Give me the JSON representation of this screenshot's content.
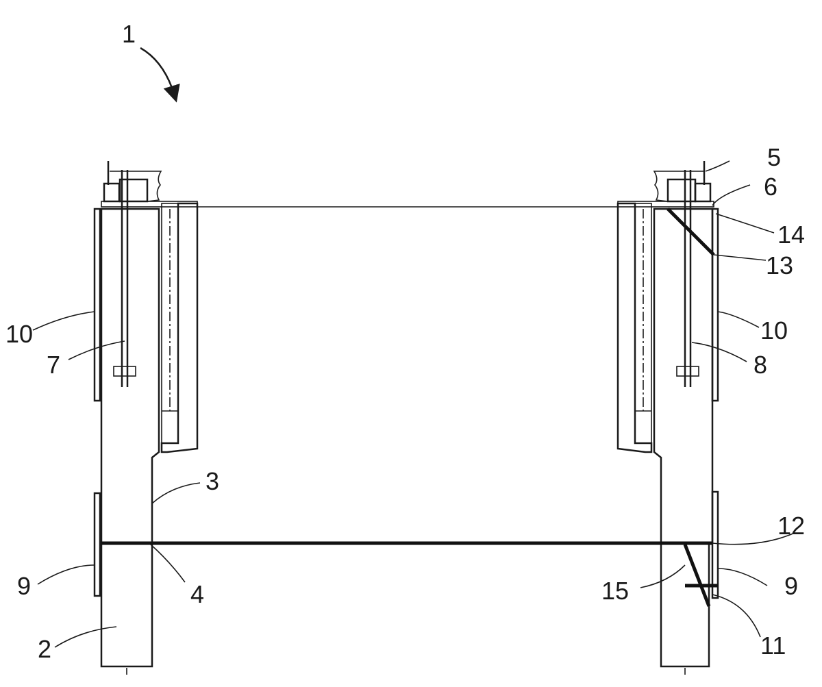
{
  "figure": {
    "callouts": {
      "n1": "1",
      "n2": "2",
      "n3": "3",
      "n4": "4",
      "n5": "5",
      "n6": "6",
      "n7": "7",
      "n8": "8",
      "n9_left": "9",
      "n9_right": "9",
      "n10_left": "10",
      "n10_right": "10",
      "n11": "11",
      "n12": "12",
      "n13": "13",
      "n14": "14",
      "n15": "15"
    }
  },
  "colors": {
    "ink": "#1a1a1a",
    "dark_fill": "#444444",
    "background": "#ffffff"
  }
}
